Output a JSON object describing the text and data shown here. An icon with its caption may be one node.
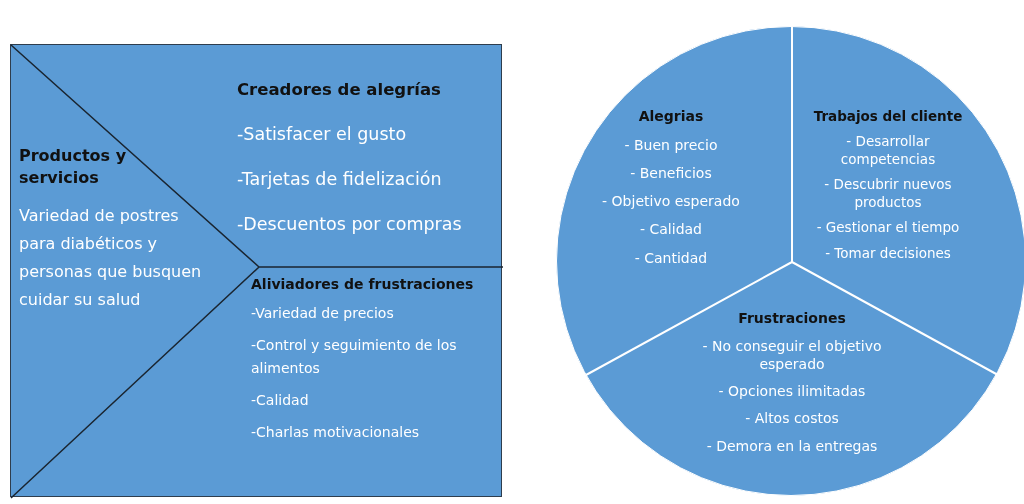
{
  "diagram": {
    "nodes": [
      {
        "text": [],
        "shape": "box"
      },
      {
        "text": [
          "Productos y servicios",
          "Variedad de postres para diabéticos y personas que busquen cuidar su salud"
        ],
        "in": 0
      },
      {
        "text": [
          "Creadores de alegrías",
          "-Satisfacer el gusto",
          "-Tarjetas de fidelización",
          "-Descuentos por compras"
        ],
        "in": 0
      },
      {
        "text": [
          "Aliviadores de frustraciones",
          "-Variedad de precios",
          "-Control y seguimiento de los alimentos",
          "-Calidad",
          "-Charlas motivacionales"
        ],
        "in": 0
      },
      {
        "text": [],
        "shape": "circle"
      },
      {
        "text": [
          "Alegrias",
          "- Buen precio",
          "- Beneficios",
          "- Objetivo esperado",
          "- Calidad",
          "- Cantidad"
        ],
        "in": 4
      },
      {
        "text": [
          "Trabajos del cliente",
          "- Desarrollar competencias",
          "- Descubrir nuevos productos",
          "- Gestionar el tiempo",
          "- Tomar decisiones"
        ],
        "in": 4
      },
      {
        "text": [
          "Frustraciones",
          "- No conseguir el objetivo esperado",
          "- Opciones ilimitadas",
          "- Altos costos",
          "- Demora en la entregas"
        ],
        "in": 4
      }
    ]
  }
}
